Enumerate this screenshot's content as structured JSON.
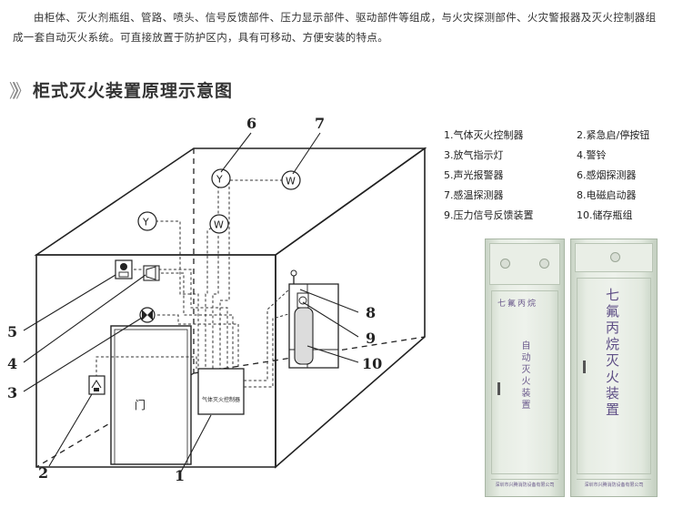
{
  "intro": "由柜体、灭火剂瓶组、管路、喷头、信号反馈部件、压力显示部件、驱动部件等组成，与火灾探测部件、火灾警报器及灭火控制器组成一套自动灭火系统。可直接放置于防护区内，具有可移动、方便安装的特点。",
  "heading": {
    "chevrons": "》》",
    "title": "柜式灭火装置原理示意图"
  },
  "diagram": {
    "door_label": "门",
    "controller_label": "气体灭火控制器",
    "callouts": [
      "1",
      "2",
      "3",
      "4",
      "5",
      "6",
      "7",
      "8",
      "9",
      "10"
    ],
    "sensor_y": "Y",
    "sensor_w": "W"
  },
  "legend": [
    [
      "1.气体灭火控制器",
      "2.紧急启/停按钮"
    ],
    [
      "3.放气指示灯",
      "4.警铃"
    ],
    [
      "5.声光报警器",
      "6.感烟探测器"
    ],
    [
      "7.感温探测器",
      "8.电磁启动器"
    ],
    [
      "9.压力信号反馈装置",
      "10.储存瓶组"
    ]
  ],
  "cabinets": {
    "left_top": "七氟丙烷",
    "left_side": "自动灭火装置",
    "left_foot": "深圳市兴腾消防设备有限公司",
    "right_main": "七氟丙烷灭火装置",
    "right_foot": "深圳市兴腾消防设备有限公司"
  }
}
